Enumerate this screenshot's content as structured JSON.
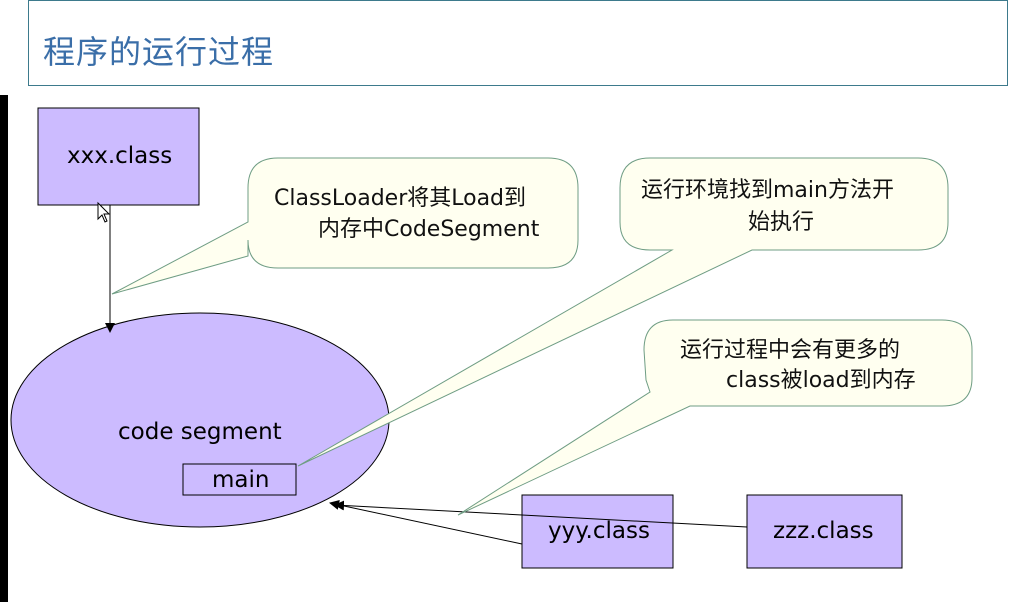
{
  "title": "程序的运行过程",
  "nodes": {
    "xxx_class": "xxx.class",
    "code_segment": "code segment",
    "main": "main",
    "yyy_class": "yyy.class",
    "zzz_class": "zzz.class"
  },
  "callouts": {
    "classloader_line1": "ClassLoader将其Load到",
    "classloader_line2": "内存中CodeSegment",
    "runtime_line1": "运行环境找到main方法开",
    "runtime_line2": "始执行",
    "more_line1": "运行过程中会有更多的",
    "more_line2": "class被load到内存"
  },
  "colors": {
    "node_fill": "#ccbbff",
    "callout_fill": "#fffff0",
    "callout_border": "#6f9d84",
    "title_text": "#3a6ea8",
    "title_border": "#3d7a8c"
  }
}
